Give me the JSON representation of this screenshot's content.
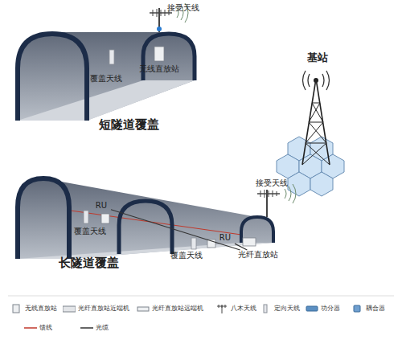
{
  "diagram": {
    "nodes": [
      {
        "text": [
          "短隧道覆盖"
        ]
      },
      {
        "text": [
          "无线直放站"
        ],
        "in": 0
      },
      {
        "text": [
          "基站"
        ]
      },
      {
        "text": [
          "长隧道覆盖"
        ]
      },
      {
        "text": [
          "RU"
        ],
        "in": 3
      },
      {
        "text": [
          "RU"
        ],
        "in": 3
      },
      {
        "text": [
          "光纤直放站"
        ],
        "in": 3
      }
    ],
    "edges": [
      {
        "from": 6,
        "to": 4,
        "arrow": "none"
      },
      {
        "from": 6,
        "to": 5,
        "arrow": "none"
      }
    ],
    "labels": [
      "接受天线",
      "覆盖天线",
      "接受天线",
      "覆盖天线",
      "覆盖天线"
    ],
    "legend": [
      {
        "text": "无线直放站"
      },
      {
        "text": "光纤直放站近端机"
      },
      {
        "text": "光纤直放站远端机"
      },
      {
        "text": "八木天线"
      },
      {
        "text": "定向天线"
      },
      {
        "text": "功分器"
      },
      {
        "text": "耦合器"
      },
      {
        "text": "馈线"
      },
      {
        "text": "光缆"
      }
    ]
  }
}
